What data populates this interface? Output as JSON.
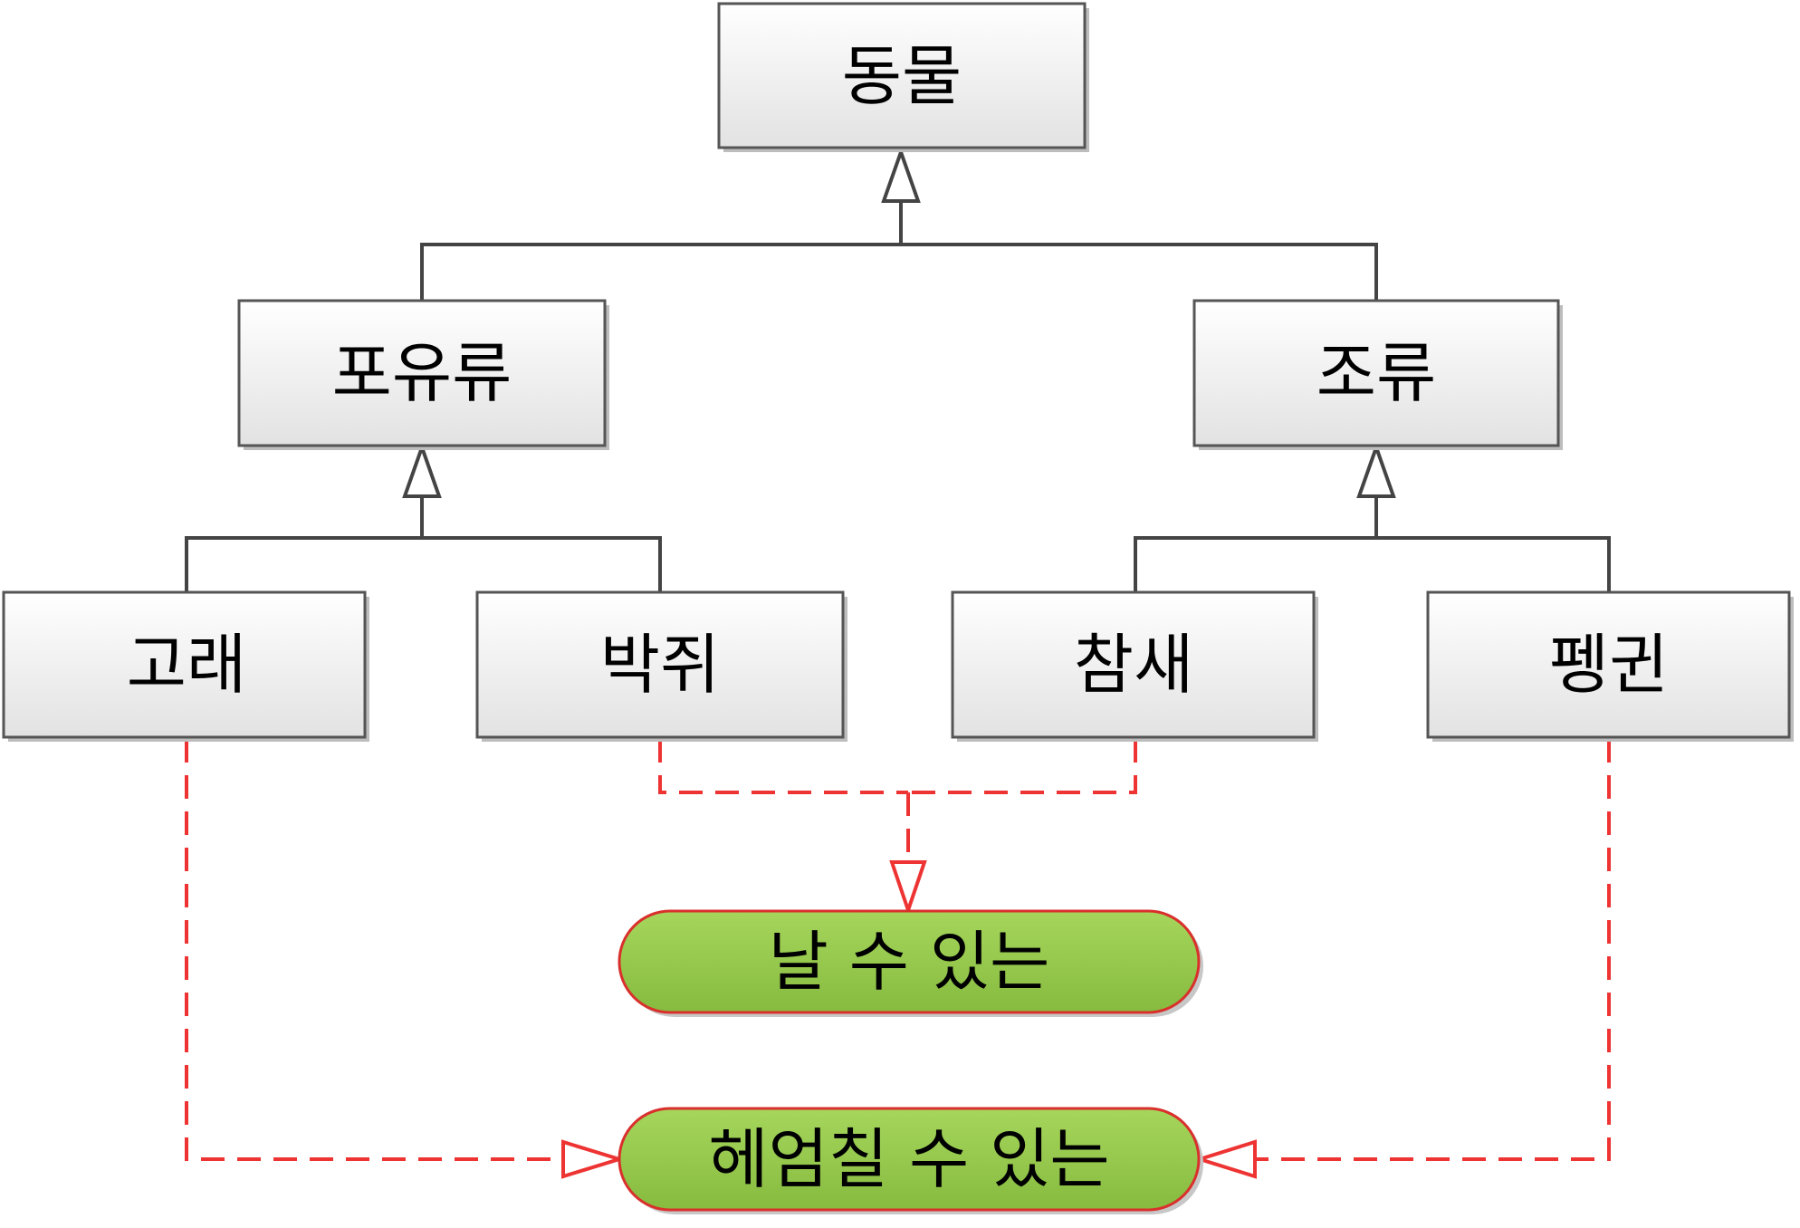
{
  "classes": {
    "animal": "동물",
    "mammal": "포유류",
    "bird": "조류",
    "whale": "고래",
    "bat": "박쥐",
    "sparrow": "참새",
    "penguin": "펭귄"
  },
  "interfaces": {
    "can_fly": "날 수 있는",
    "can_swim": "헤엄칠 수 있는"
  },
  "colors": {
    "class_stroke": "#555555",
    "class_fill_top": "#ffffff",
    "class_fill_bottom": "#e2e2e2",
    "interface_fill": "#92c74a",
    "interface_stroke": "#d9302c",
    "realization_line": "#ee3333",
    "inheritance_line": "#444444"
  }
}
